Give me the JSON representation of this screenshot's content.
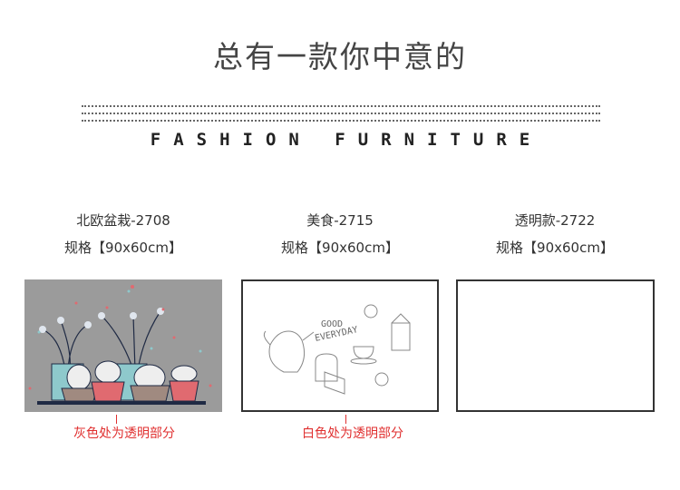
{
  "header": {
    "title": "总有一款你中意的",
    "subtitle": "FASHION FURNITURE"
  },
  "products": [
    {
      "name": "北欧盆栽-2708",
      "spec": "规格【90x60cm】",
      "note": "灰色处为透明部分",
      "bg": "#9b9b9b"
    },
    {
      "name": "美食-2715",
      "spec": "规格【90x60cm】",
      "note": "白色处为透明部分",
      "bg": "#ffffff",
      "image_text": [
        "GOOD",
        "EVERYDAY"
      ]
    },
    {
      "name": "透明款-2722",
      "spec": "规格【90x60cm】",
      "bg": "#ffffff"
    }
  ],
  "colors": {
    "accent": "#e03030",
    "pot_red": "#e06a70",
    "pot_blue": "#8ec9cc",
    "pot_brown": "#a08a80",
    "shelf": "#1f2a44"
  }
}
